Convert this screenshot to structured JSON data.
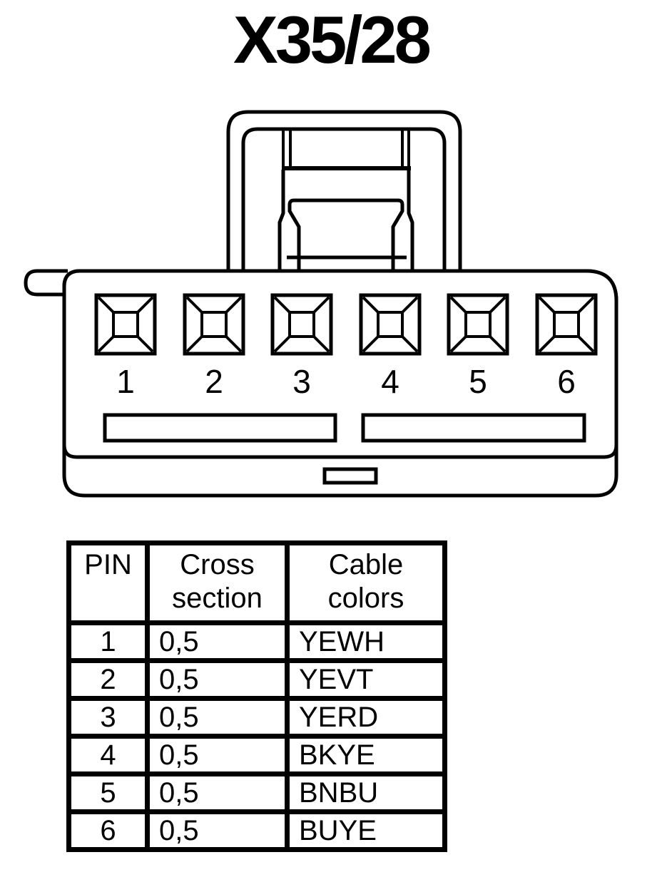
{
  "page": {
    "background_color": "#ffffff",
    "line_color": "#000000"
  },
  "title": "X35/28",
  "connector": {
    "pin_count": 6,
    "pins": [
      "1",
      "2",
      "3",
      "4",
      "5",
      "6"
    ]
  },
  "table": {
    "headers": {
      "pin": "PIN",
      "cross_section": "Cross section",
      "cable_colors": "Cable colors"
    },
    "rows": [
      {
        "pin": "1",
        "cross_section": "0,5",
        "cable_color": "YEWH"
      },
      {
        "pin": "2",
        "cross_section": "0,5",
        "cable_color": "YEVT"
      },
      {
        "pin": "3",
        "cross_section": "0,5",
        "cable_color": "YERD"
      },
      {
        "pin": "4",
        "cross_section": "0,5",
        "cable_color": "BKYE"
      },
      {
        "pin": "5",
        "cross_section": "0,5",
        "cable_color": "BNBU"
      },
      {
        "pin": "6",
        "cross_section": "0,5",
        "cable_color": "BUYE"
      }
    ]
  }
}
